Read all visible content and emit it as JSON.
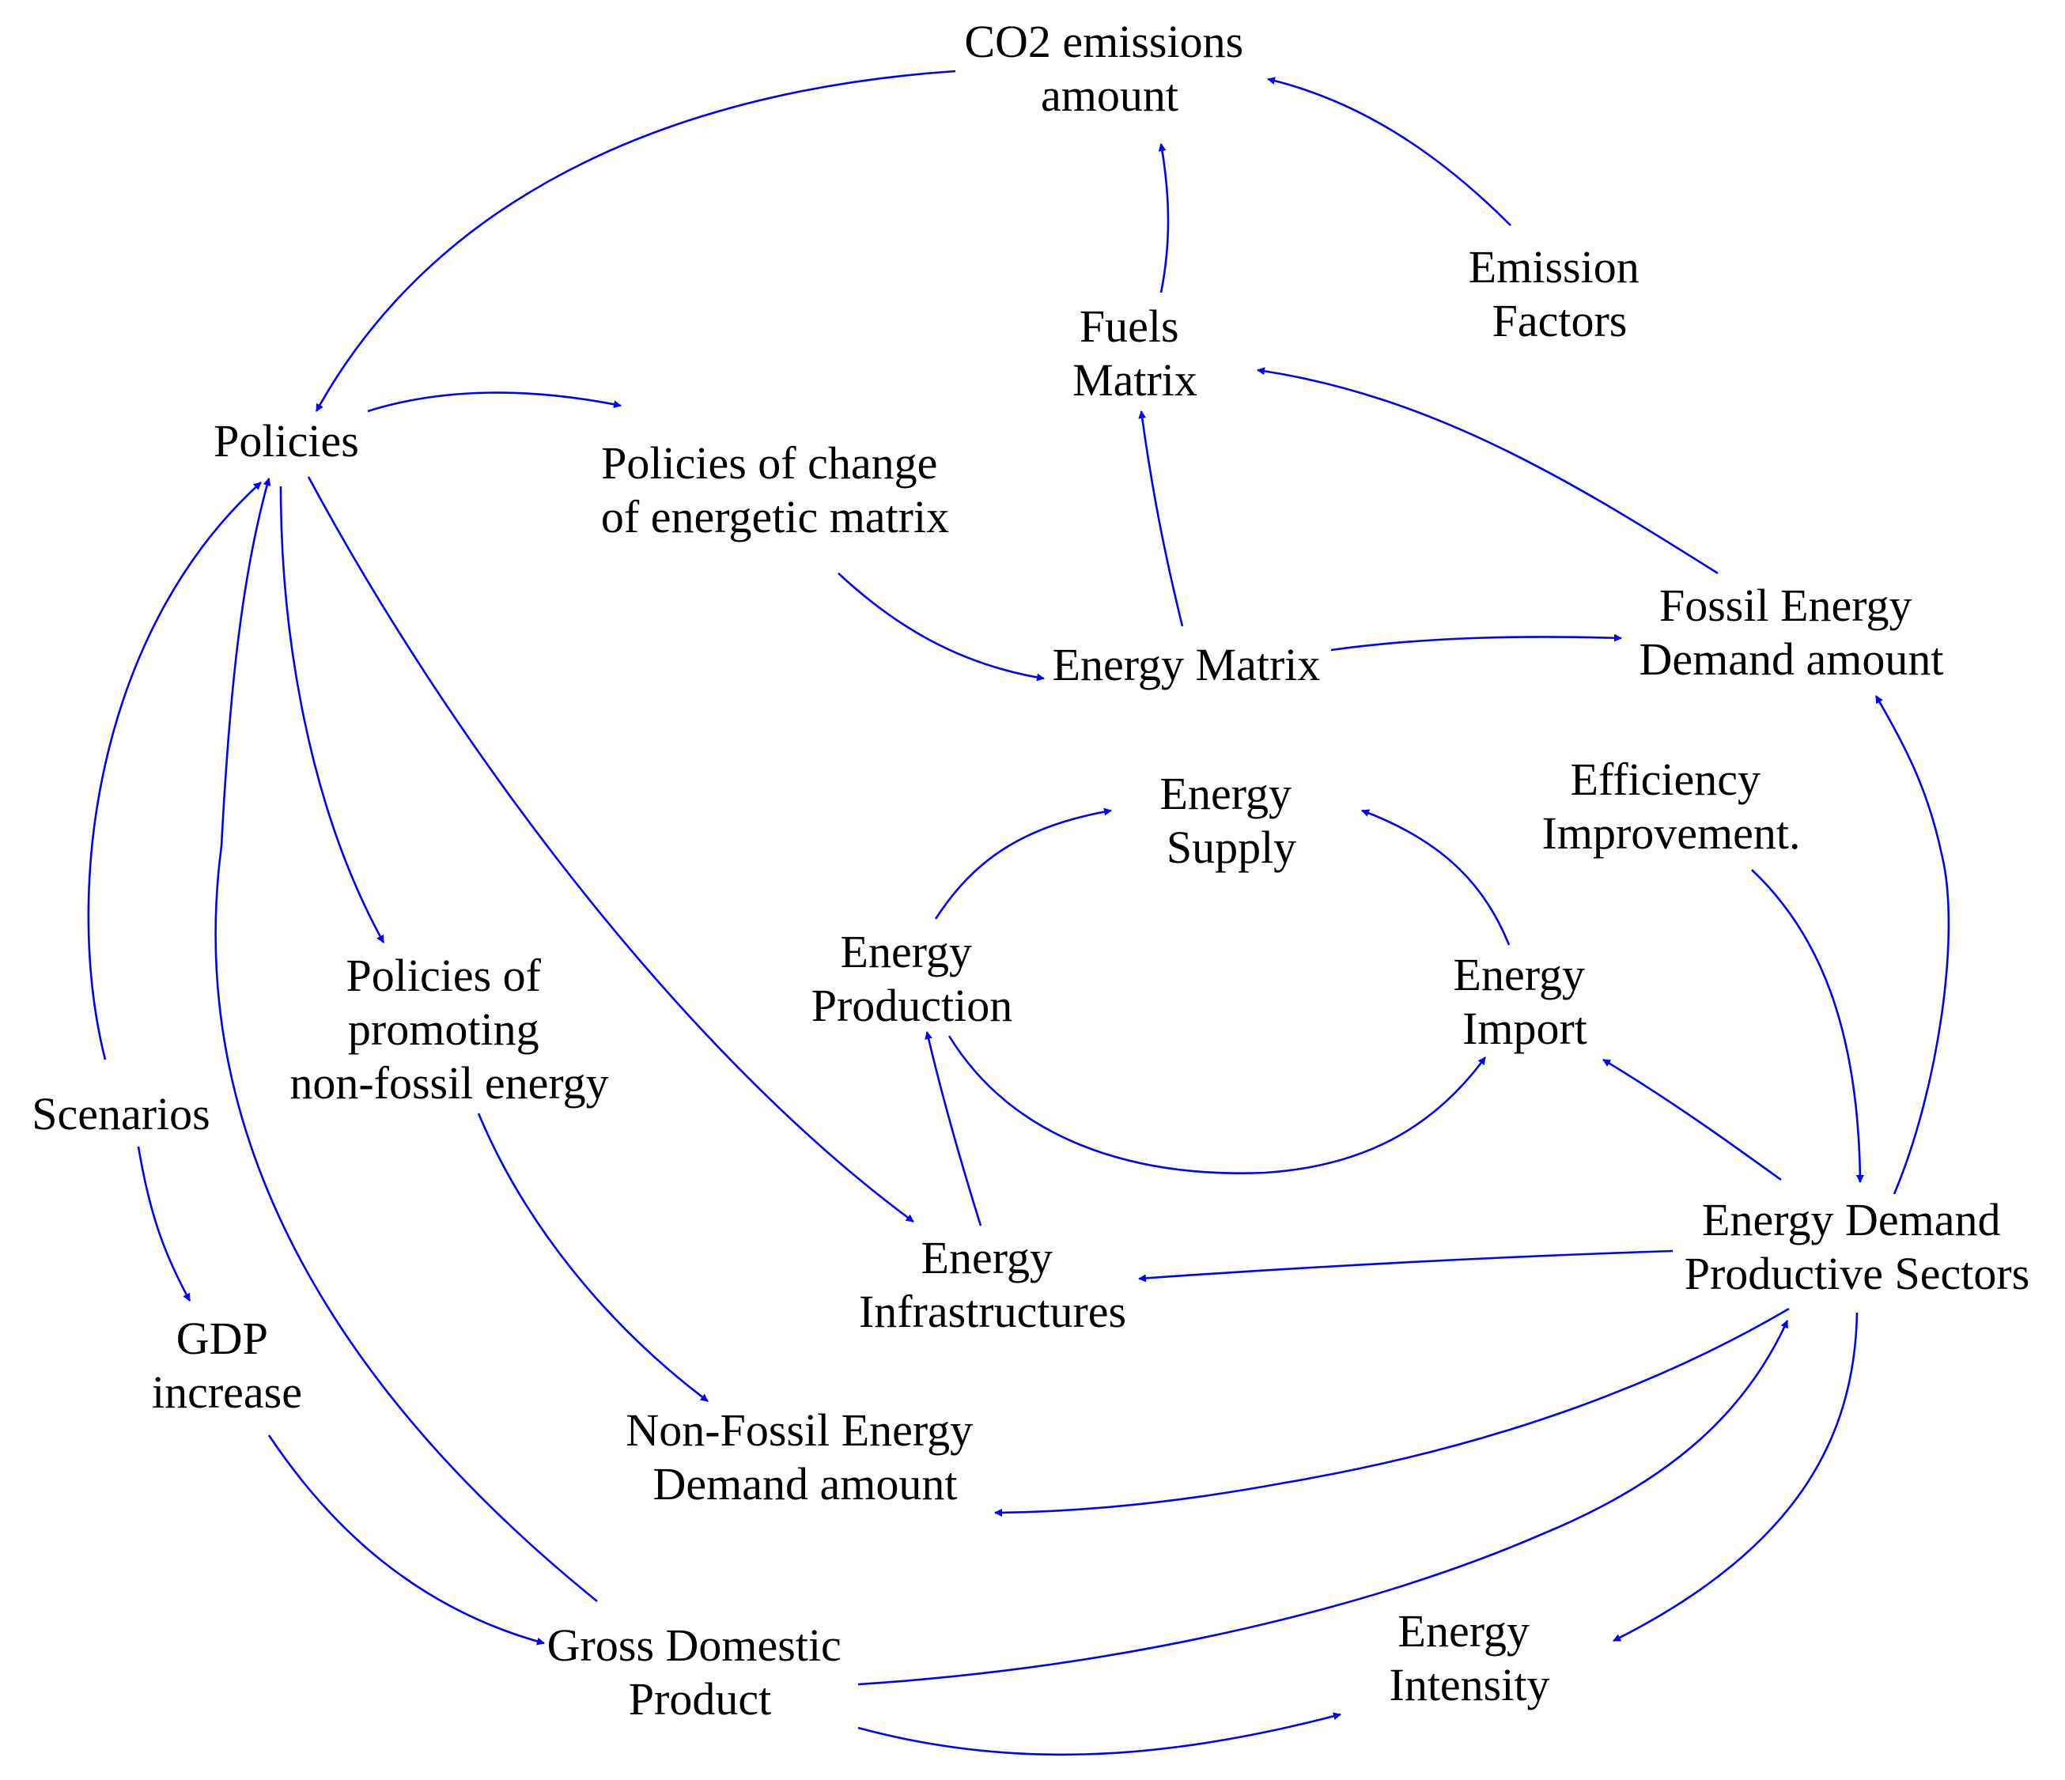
{
  "colors": {
    "arrow": "#0000ff",
    "text": "#000000",
    "background": "#ffffff"
  },
  "nodes": {
    "co2": [
      "CO2 emissions",
      "amount"
    ],
    "emission_factors": [
      "Emission",
      "Factors"
    ],
    "fuels_matrix": [
      "Fuels",
      "Matrix"
    ],
    "policies": [
      "Policies"
    ],
    "policies_change": [
      "Policies of change",
      "of energetic matrix"
    ],
    "energy_matrix": [
      "Energy Matrix"
    ],
    "fossil_demand": [
      "Fossil Energy",
      "Demand amount"
    ],
    "energy_supply": [
      "Energy",
      "Supply"
    ],
    "efficiency": [
      "Efficiency",
      "Improvement."
    ],
    "energy_production": [
      "Energy",
      "Production"
    ],
    "energy_import": [
      "Energy",
      "Import"
    ],
    "policies_promoting": [
      "Policies of",
      "promoting",
      "non-fossil energy"
    ],
    "scenarios": [
      "Scenarios"
    ],
    "energy_demand": [
      "Energy Demand",
      "Productive Sectors"
    ],
    "energy_infra": [
      "Energy",
      "Infrastructures"
    ],
    "gdp_increase": [
      "GDP",
      "increase"
    ],
    "non_fossil_demand": [
      "Non-Fossil Energy",
      "Demand amount"
    ],
    "gdp": [
      "Gross Domestic",
      "Product"
    ],
    "energy_intensity": [
      "Energy",
      "Intensity"
    ]
  },
  "edges": [
    {
      "from": "co2",
      "to": "policies"
    },
    {
      "from": "emission_factors",
      "to": "co2"
    },
    {
      "from": "fuels_matrix",
      "to": "co2"
    },
    {
      "from": "fossil_demand",
      "to": "fuels_matrix"
    },
    {
      "from": "energy_matrix",
      "to": "fuels_matrix"
    },
    {
      "from": "policies",
      "to": "policies_change"
    },
    {
      "from": "policies_change",
      "to": "energy_matrix"
    },
    {
      "from": "energy_matrix",
      "to": "fossil_demand"
    },
    {
      "from": "policies",
      "to": "policies_promoting"
    },
    {
      "from": "policies",
      "to": "energy_infra"
    },
    {
      "from": "scenarios",
      "to": "policies"
    },
    {
      "from": "scenarios",
      "to": "gdp_increase"
    },
    {
      "from": "gdp",
      "to": "policies"
    },
    {
      "from": "energy_production",
      "to": "energy_supply"
    },
    {
      "from": "energy_import",
      "to": "energy_supply"
    },
    {
      "from": "energy_production",
      "to": "energy_import"
    },
    {
      "from": "energy_infra",
      "to": "energy_production"
    },
    {
      "from": "energy_demand",
      "to": "energy_import"
    },
    {
      "from": "energy_demand",
      "to": "fossil_demand"
    },
    {
      "from": "efficiency",
      "to": "energy_demand"
    },
    {
      "from": "energy_demand",
      "to": "energy_infra"
    },
    {
      "from": "energy_demand",
      "to": "non_fossil_demand"
    },
    {
      "from": "energy_demand",
      "to": "energy_intensity"
    },
    {
      "from": "gdp",
      "to": "energy_demand"
    },
    {
      "from": "gdp",
      "to": "energy_intensity"
    },
    {
      "from": "gdp_increase",
      "to": "gdp"
    },
    {
      "from": "policies_promoting",
      "to": "non_fossil_demand"
    }
  ]
}
